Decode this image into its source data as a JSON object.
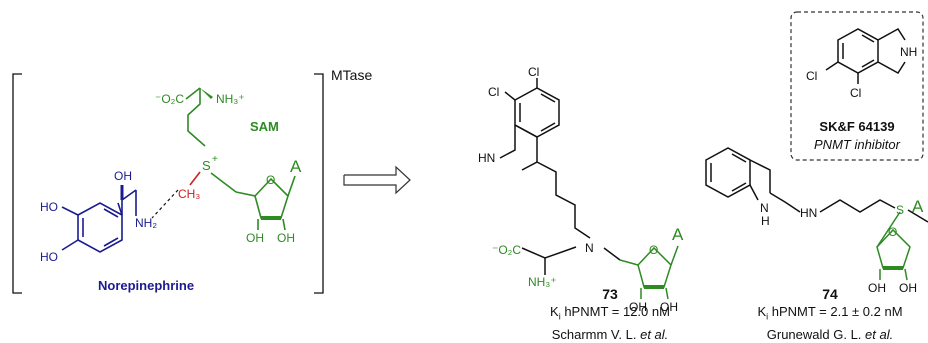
{
  "colors": {
    "ink": "#111111",
    "norepinephrine": "#1b1b8f",
    "sam": "#2e8b23",
    "methyl": "#cc2222"
  },
  "left_scheme": {
    "enzyme_label": "MTase",
    "sam_label": "SAM",
    "norepinephrine_label": "Norepinephrine",
    "atoms": {
      "carboxylate": "⁻O₂C",
      "ammonium": "NH₃⁺",
      "sulfonium": "S",
      "sulfonium_charge": "+",
      "methyl": "CH₃",
      "adenine": "A",
      "hydroxyl": "OH",
      "amine": "NH₂",
      "catechol_oh_top": "HO",
      "catechol_oh_bottom": "HO",
      "ribose_oh_left": "OH",
      "ribose_oh_right": "OH",
      "ring_o": "O"
    }
  },
  "compound_73": {
    "number": "73",
    "ki_prefix": "K",
    "ki_sub": "i",
    "ki_text": " hPNMT = 12.0 nM",
    "author": "Scharmm V. L. ",
    "etal": "et al.",
    "atoms": {
      "cl_top": "Cl",
      "cl_left": "Cl",
      "hn": "HN",
      "n": "N",
      "carboxylate": "⁻O₂C",
      "ammonium": "NH₃⁺",
      "adenine": "A",
      "oh_left": "OH",
      "oh_right": "OH",
      "ring_o": "O"
    }
  },
  "compound_74": {
    "number": "74",
    "ki_prefix": "K",
    "ki_sub": "i",
    "ki_text": " hPNMT = 2.1 ± 0.2 nM",
    "author": "Grunewald G. L. ",
    "etal": "et al.",
    "atoms": {
      "n": "N",
      "h": "H",
      "hn": "HN",
      "s": "S",
      "adenine": "A",
      "oh_left": "OH",
      "oh_right": "OH",
      "ring_o": "O"
    }
  },
  "skf_box": {
    "name": "SK&F 64139",
    "description": "PNMT inhibitor",
    "atoms": {
      "cl_left": "Cl",
      "cl_bottom": "Cl",
      "nh": "NH"
    }
  }
}
